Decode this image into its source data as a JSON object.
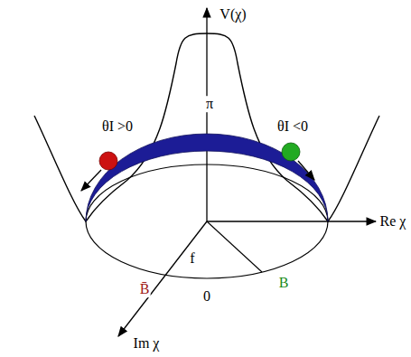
{
  "diagram": {
    "labels": [
      "V(χ)",
      "π",
      "θI >0",
      "θI <0",
      "Re χ",
      "f",
      "B",
      "B̄",
      "0",
      "Im χ"
    ]
  }
}
